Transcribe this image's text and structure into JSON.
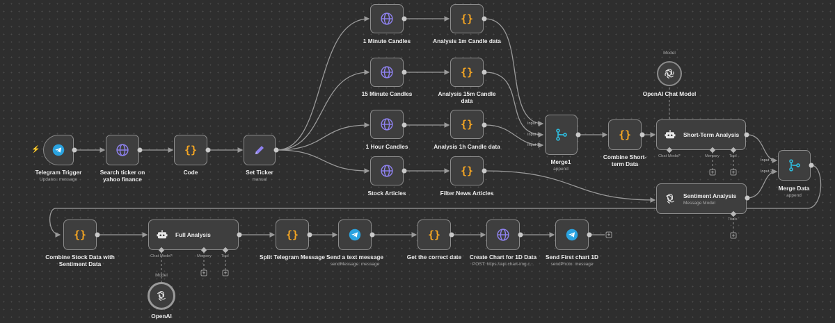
{
  "nodes": {
    "telegram_trigger": {
      "title": "Telegram Trigger",
      "subtitle": "Updates: message",
      "icon": "telegram-icon"
    },
    "search_ticker": {
      "title": "Search ticker on yahoo finance",
      "icon": "globe-icon"
    },
    "code": {
      "title": "Code",
      "icon": "code-braces-icon"
    },
    "set_ticker": {
      "title": "Set Ticker",
      "subtitle": "manual",
      "icon": "pencil-icon"
    },
    "candles_1m": {
      "title": "1 Minute Candles",
      "icon": "globe-icon"
    },
    "analysis_1m": {
      "title": "Analysis 1m Candle data",
      "icon": "code-braces-icon"
    },
    "candles_15m": {
      "title": "15 Minute Candles",
      "icon": "globe-icon"
    },
    "analysis_15m": {
      "title": "Analysis 15m Candle data",
      "icon": "code-braces-icon"
    },
    "candles_1h": {
      "title": "1 Hour Candles",
      "icon": "globe-icon"
    },
    "analysis_1h": {
      "title": "Analysis 1h Candle data",
      "icon": "code-braces-icon"
    },
    "stock_articles": {
      "title": "Stock Articles",
      "icon": "globe-icon"
    },
    "filter_news": {
      "title": "Filter News Articles",
      "icon": "code-braces-icon"
    },
    "merge1": {
      "title": "Merge1",
      "subtitle": "append",
      "inputs": [
        "Input 1",
        "Input 2",
        "Input 3"
      ],
      "icon": "merge-icon"
    },
    "combine_short": {
      "title": "Combine Short-term Data",
      "icon": "code-braces-icon"
    },
    "openai_chat_model": {
      "title": "OpenAI Chat Model",
      "port_label": "Model",
      "icon": "openai-icon"
    },
    "short_term_analysis": {
      "title": "Short-Term Analysis",
      "icon": "robot-icon",
      "ports": [
        "Chat Model*",
        "Memory",
        "Tool"
      ]
    },
    "sentiment_analysis": {
      "title": "Sentiment Analysis",
      "subtitle": "Message Model",
      "icon": "openai-icon",
      "ports": [
        "Tools"
      ]
    },
    "merge_data": {
      "title": "Merge Data",
      "subtitle": "append",
      "inputs": [
        "Input 1",
        "Input 2"
      ],
      "icon": "merge-icon"
    },
    "combine_stock": {
      "title": "Combine Stock Data with Sentiment Data",
      "icon": "code-braces-icon"
    },
    "full_analysis": {
      "title": "Full Analysis",
      "icon": "robot-icon",
      "ports": [
        "Chat Model*",
        "Memory",
        "Tool"
      ]
    },
    "split_telegram": {
      "title": "Split Telegram Message",
      "icon": "code-braces-icon"
    },
    "send_text": {
      "title": "Send a text message",
      "subtitle": "sendMessage: message",
      "icon": "telegram-icon"
    },
    "get_date": {
      "title": "Get the correct date",
      "icon": "code-braces-icon"
    },
    "create_chart": {
      "title": "Create Chart for 1D Data",
      "subtitle": "POST: https://api.chart-img.c...",
      "icon": "globe-icon"
    },
    "send_chart": {
      "title": "Send First chart 1D",
      "subtitle": "sendPhoto: message",
      "icon": "telegram-icon"
    },
    "openai": {
      "title": "OpenAI",
      "port_label": "Model",
      "icon": "openai-icon"
    }
  },
  "colors": {
    "background": "#2e2e2e",
    "node_bg": "#3e3e3e",
    "node_border": "#8c8c8c",
    "globe": "#8f82f0",
    "braces": "#f5a623",
    "telegram": "#2aa3e0",
    "merge": "#2fb8d8",
    "trigger_bolt": "#ff6b5a"
  }
}
